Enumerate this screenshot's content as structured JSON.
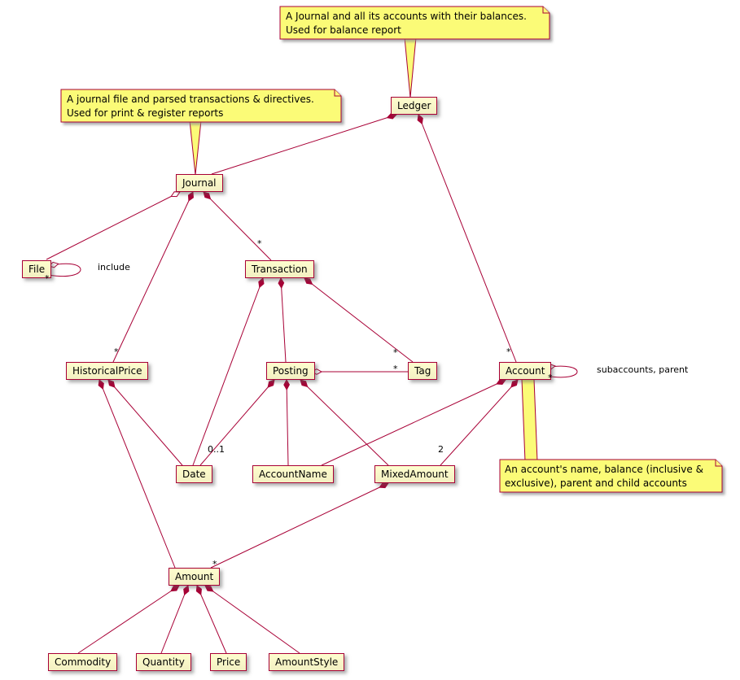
{
  "classes": {
    "ledger": "Ledger",
    "journal": "Journal",
    "file": "File",
    "transaction": "Transaction",
    "historical_price": "HistoricalPrice",
    "posting": "Posting",
    "tag": "Tag",
    "account": "Account",
    "date": "Date",
    "account_name": "AccountName",
    "mixed_amount": "MixedAmount",
    "amount": "Amount",
    "commodity": "Commodity",
    "quantity": "Quantity",
    "price": "Price",
    "amount_style": "AmountStyle"
  },
  "notes": {
    "ledger_note": "A Journal and all its accounts with their balances.\nUsed for balance report",
    "journal_note": "A journal file and parsed transactions & directives.\nUsed for print & register reports",
    "account_note": "An account's name, balance (inclusive &\nexclusive), parent and child accounts"
  },
  "labels": {
    "transaction_mult": "*",
    "include_label": "include",
    "file_loop_mult": "*",
    "historical_price_mult": "*",
    "tag_mult_transaction": "*",
    "tag_mult_posting": "*",
    "account_mult": "*",
    "account_loop_mult": "*",
    "account_loop_label": "subaccounts, parent",
    "date_mult": "0..1",
    "mixed_amount_mult": "2",
    "amount_mult": "*"
  },
  "colors": {
    "node_fill": "#FEFECE",
    "node_border": "#A80036",
    "note_fill": "#FBFB77",
    "line": "#A80036",
    "background": "#FFFFFF"
  }
}
